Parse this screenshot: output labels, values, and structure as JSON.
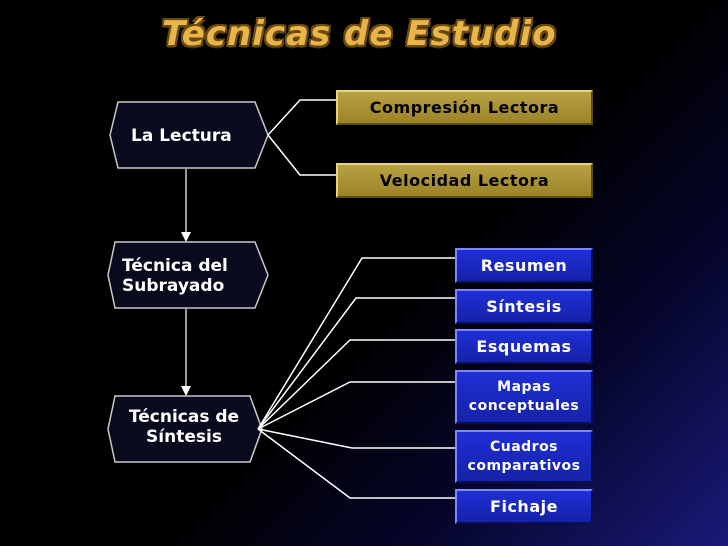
{
  "title": "Técnicas de Estudio",
  "main_nodes": [
    {
      "id": "lectura",
      "label": "La Lectura"
    },
    {
      "id": "subrayado",
      "label": "Técnica del\nSubrayado"
    },
    {
      "id": "sintesis",
      "label": "Técnicas de\nSíntesis"
    }
  ],
  "lectura_branches": [
    "Compresión Lectora",
    "Velocidad Lectora"
  ],
  "sintesis_branches": [
    "Resumen",
    "Síntesis",
    "Esquemas",
    "Mapas\nconceptuales",
    "Cuadros\ncomparativos",
    "Fichaje"
  ],
  "colors": {
    "title": "#e8b54a",
    "gold_box": "#b8a142",
    "blue_box": "#1f2fd6",
    "connector": "#ffffff",
    "node_fill": "#0a0a1e",
    "node_stroke": "#c8c8c8"
  }
}
